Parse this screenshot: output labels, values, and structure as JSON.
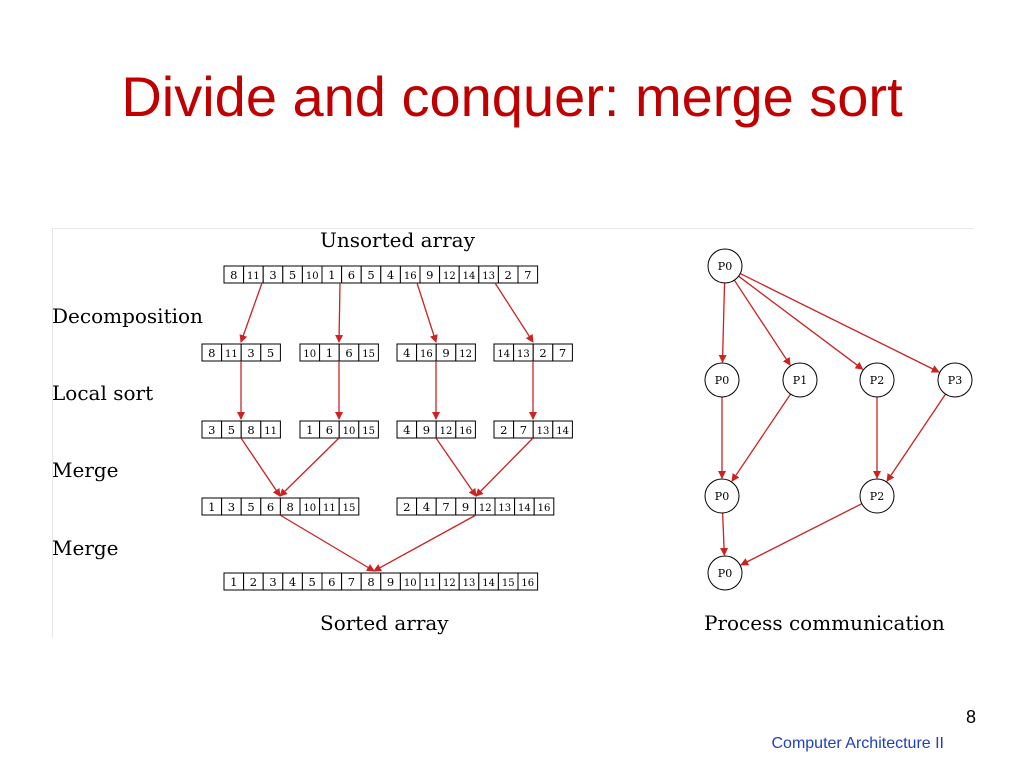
{
  "slide": {
    "title": "Divide and conquer: merge sort",
    "page_number": "8",
    "footer": "Computer Architecture II"
  },
  "colors": {
    "title": "#c00000",
    "arrow": "#cc2222",
    "footer": "#1f3fbf",
    "ink": "#000000"
  },
  "diagram": {
    "unsorted_label": "Unsorted array",
    "sorted_label": "Sorted array",
    "stage_labels": {
      "decomposition": "Decomposition",
      "local_sort": "Local sort",
      "merge1": "Merge",
      "merge2": "Merge"
    },
    "unsorted": [
      "8",
      "11",
      "3",
      "5",
      "10",
      "1",
      "6",
      "5",
      "4",
      "16",
      "9",
      "12",
      "14",
      "13",
      "2",
      "7"
    ],
    "decomposed": [
      [
        "8",
        "11",
        "3",
        "5"
      ],
      [
        "10",
        "1",
        "6",
        "15"
      ],
      [
        "4",
        "16",
        "9",
        "12"
      ],
      [
        "14",
        "13",
        "2",
        "7"
      ]
    ],
    "local_sorted": [
      [
        "3",
        "5",
        "8",
        "11"
      ],
      [
        "1",
        "6",
        "10",
        "15"
      ],
      [
        "4",
        "9",
        "12",
        "16"
      ],
      [
        "2",
        "7",
        "13",
        "14"
      ]
    ],
    "merged_pairs": [
      [
        "1",
        "3",
        "5",
        "6",
        "8",
        "10",
        "11",
        "15"
      ],
      [
        "2",
        "4",
        "7",
        "9",
        "12",
        "13",
        "14",
        "16"
      ]
    ],
    "sorted": [
      "1",
      "2",
      "3",
      "4",
      "5",
      "6",
      "7",
      "8",
      "9",
      "10",
      "11",
      "12",
      "13",
      "14",
      "15",
      "16"
    ],
    "process_label": "Process communication",
    "processes": {
      "root": "P0",
      "level1": [
        "P0",
        "P1",
        "P2",
        "P3"
      ],
      "level2": [
        "P0",
        "P2"
      ],
      "final": "P0"
    }
  }
}
